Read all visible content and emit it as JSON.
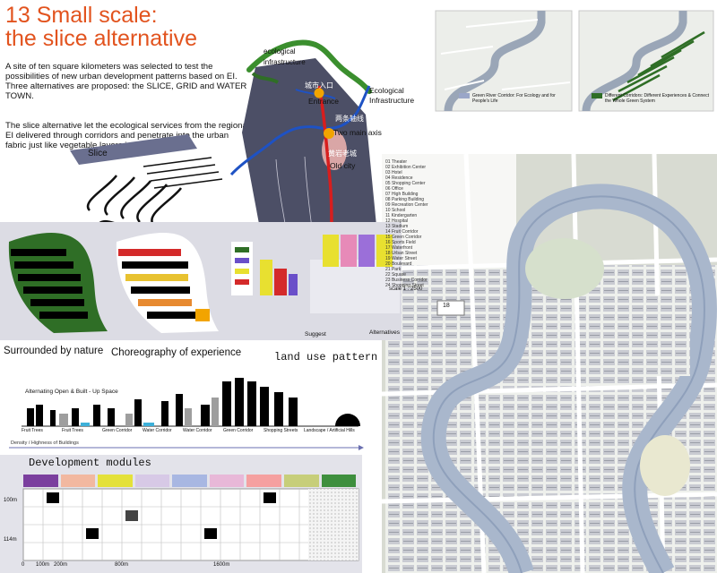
{
  "header": {
    "title": "13 Small scale:\nthe slice alternative",
    "intro_1": "A site of ten square kilometers was selected to test the possibilities of new urban development patterns based on EI. Three alternatives are proposed: the SLICE, GRID and WATER TOWN.",
    "intro_2": "The slice alternative let the ecological services from the regional EI delivered through corridors and penetrate into the urban fabric just like vegetable layers in a sandwich."
  },
  "site_map": {
    "ecological_label": "ecological\ninfrastructure",
    "ecological_label_2": "Ecological\nInfrastructure",
    "entrance": "Entrance",
    "entrance_cn": "城市入口",
    "main_axis": "Two main axis",
    "main_axis_cn": "两条轴线",
    "old_city": "Old city",
    "old_city_cn": "黄岩老城"
  },
  "slice_diagram": {
    "label": "Slice"
  },
  "corridor_panels": {
    "green_river": "Green River Corridor: For Ecology and for People's Life",
    "different_corridors": "Different Corridors: Different Experiences & Connect the Whole Green System"
  },
  "plan": {
    "scale": "scale 1 : 2500",
    "block_number": "18",
    "legend": [
      "01 Theater",
      "02 Exhibition Center",
      "03 Hotel",
      "04 Residence",
      "05 Shopping Center",
      "06 Office",
      "07 High Building",
      "08 Parking Building",
      "09 Recreation Center",
      "10 School",
      "11 Kindergarten",
      "12 Hospital",
      "13 Stadium",
      "14 Fruit Corridor",
      "15 Green Corridor",
      "16 Sports Field",
      "17 Waterfront",
      "18 Urban Street",
      "19 Water Street",
      "20 Boulevard",
      "21 Park",
      "22 Square",
      "23 Business Corridor",
      "24 Shopping Street"
    ]
  },
  "strip_labels": {
    "surrounded": "Surrounded by nature",
    "choreography": "Choreography of experience",
    "land_use": "land use pattern",
    "suggest": "Suggest",
    "alternatives": "Alternatives"
  },
  "section": {
    "title": "Alternating Open & Built - Up Space",
    "labels": [
      "Fruit Trees",
      "Fruit Trees",
      "Green Corridor",
      "Water Corridor",
      "Water Corridor",
      "Green Corridor",
      "Shopping Streets",
      "Landscape / Artificial Hills"
    ],
    "density_note": "Density / Highness of Buildings"
  },
  "modules": {
    "title": "Development modules",
    "row_labels": [
      "100m",
      "114m"
    ],
    "axis_ticks": [
      "0",
      "100m",
      "200m",
      "800m",
      "1600m"
    ],
    "colors": [
      "#7b3f9e",
      "#f2b8a0",
      "#e4e13a",
      "#d7c9e6",
      "#a8b7e2",
      "#e8b8d8",
      "#f5a0a0",
      "#c7ce7a",
      "#3e8f3e"
    ]
  },
  "colors": {
    "accent": "#e2531e",
    "river": "#a9b7cc",
    "river_dark": "#8fa0bb",
    "green": "#2f7a2b",
    "site": "#4c4f66",
    "corridor_blue": "#2e57c7"
  }
}
